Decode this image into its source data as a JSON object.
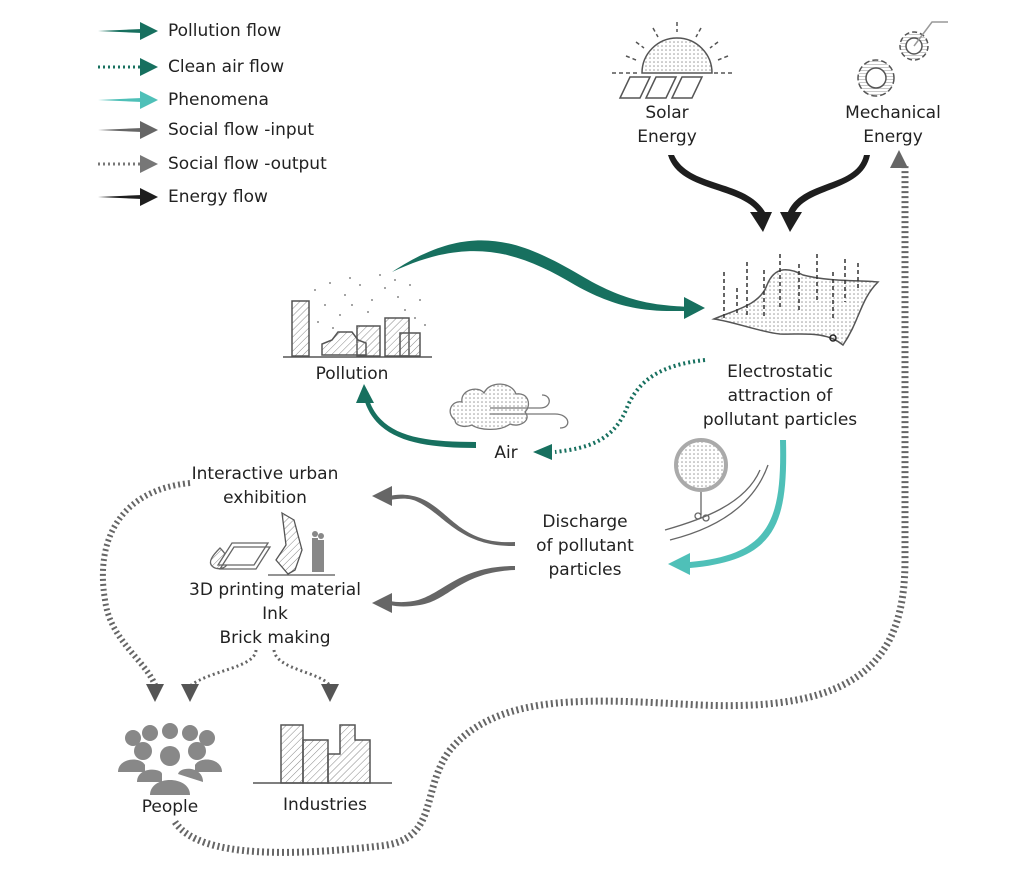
{
  "legend": {
    "items": [
      {
        "label": "Pollution flow",
        "style": "solid",
        "color": "#17705f"
      },
      {
        "label": "Clean air flow",
        "style": "dotted",
        "color": "#17705f"
      },
      {
        "label": "Phenomena",
        "style": "solid",
        "color": "#4fc0b8"
      },
      {
        "label": "Social flow -input",
        "style": "solid",
        "color": "#666666"
      },
      {
        "label": "Social flow -output",
        "style": "dotted",
        "color": "#666666"
      },
      {
        "label": "Energy flow",
        "style": "solid",
        "color": "#1e1e1e"
      }
    ]
  },
  "nodes": {
    "solar": {
      "line1": "Solar",
      "line2": "Energy",
      "icon": "sun-solar-panel-icon"
    },
    "mechanical": {
      "line1": "Mechanical",
      "line2": "Energy",
      "icon": "gears-icon"
    },
    "pollution": {
      "label": "Pollution",
      "icon": "city-smog-icon"
    },
    "electrostatic": {
      "line1": "Electrostatic",
      "line2": "attraction of",
      "line3": "pollutant particles",
      "icon": "charged-surface-icon"
    },
    "air": {
      "label": "Air",
      "icon": "wind-cloud-icon"
    },
    "discharge": {
      "line1": "Discharge",
      "line2": "of pollutant",
      "line3": "particles",
      "icon": "tree-cleaner-icon"
    },
    "exhibition": {
      "line1": "Interactive urban",
      "line2": "exhibition",
      "icon": "exhibition-icon"
    },
    "materials": {
      "line1": "3D printing material",
      "line2": "Ink",
      "line3": "Brick making",
      "icon": "ink-paper-icon"
    },
    "people": {
      "label": "People",
      "icon": "crowd-icon"
    },
    "industries": {
      "label": "Industries",
      "icon": "factory-icon"
    }
  },
  "colors": {
    "pollution_flow": "#17705f",
    "phenomena": "#4fc0b8",
    "social": "#666666",
    "energy": "#1e1e1e"
  }
}
